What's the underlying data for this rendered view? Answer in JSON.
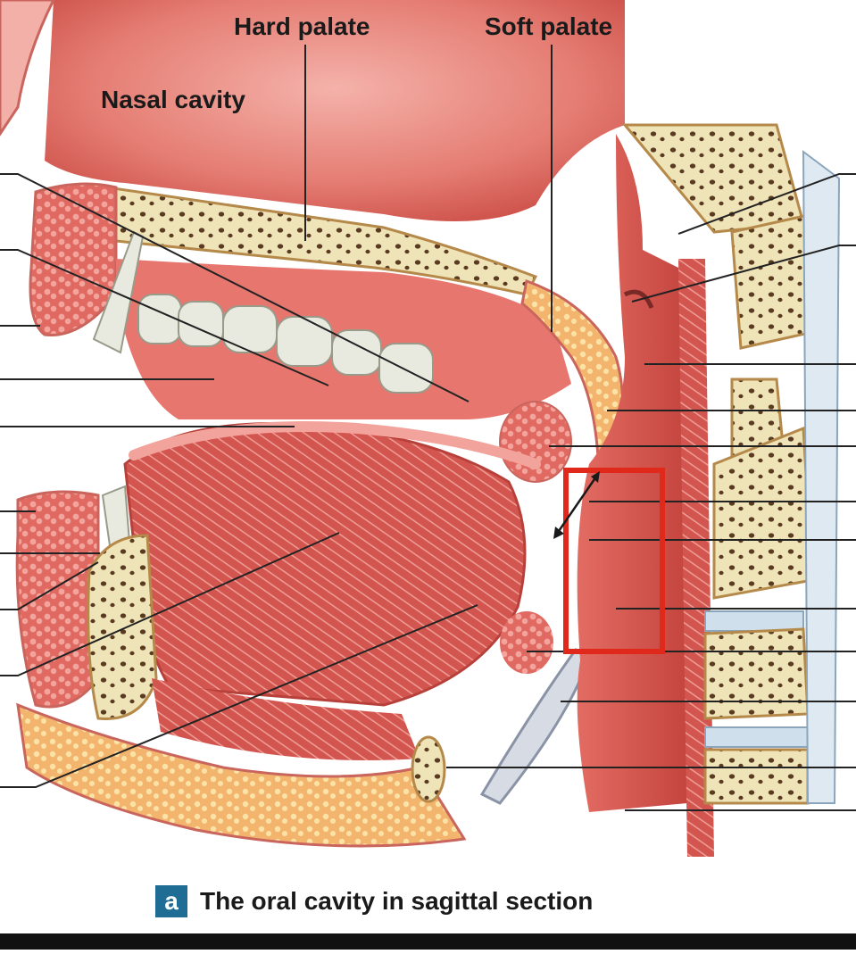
{
  "labels": {
    "hard_palate": "Hard palate",
    "soft_palate": "Soft palate",
    "nasal_cavity": "Nasal cavity"
  },
  "caption": {
    "letter": "a",
    "text": "The oral cavity in sagittal section"
  },
  "colors": {
    "tissue": "#d9574f",
    "tissue_light": "#ec9a93",
    "bone": "#efe3b8",
    "bone_spots": "#5a3b22",
    "fat": "#f4c77a",
    "muscle": "#c9453f",
    "tooth": "#e9eadf",
    "highlight_box": "#e0281b",
    "leader": "#222222",
    "caption_badge": "#1f6d94"
  },
  "icons": {
    "double_arrow": "double-headed-arrow-icon"
  }
}
